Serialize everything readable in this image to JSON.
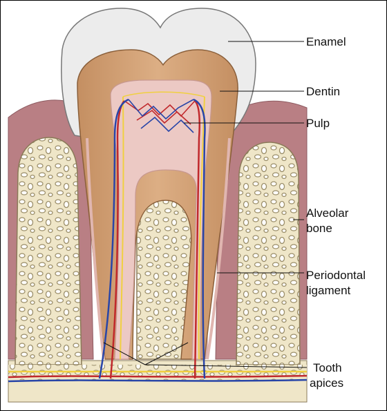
{
  "labels": {
    "enamel": "Enamel",
    "dentin": "Dentin",
    "pulp": "Pulp",
    "alveolar_1": "Alveolar",
    "alveolar_2": "bone",
    "periodontal_1": "Periodontal",
    "periodontal_2": "ligament",
    "apices_1": "Tooth",
    "apices_2": "apices"
  },
  "colors": {
    "enamel": "#ededed",
    "dentin": "#d4a47a",
    "pulp": "#ecc9c4",
    "gum": "#b97f84",
    "bone": "#efe6c8",
    "bone_pore": "#9c8f6a",
    "artery": "#c0282c",
    "vein": "#2845a8",
    "nerve": "#f0d040"
  }
}
